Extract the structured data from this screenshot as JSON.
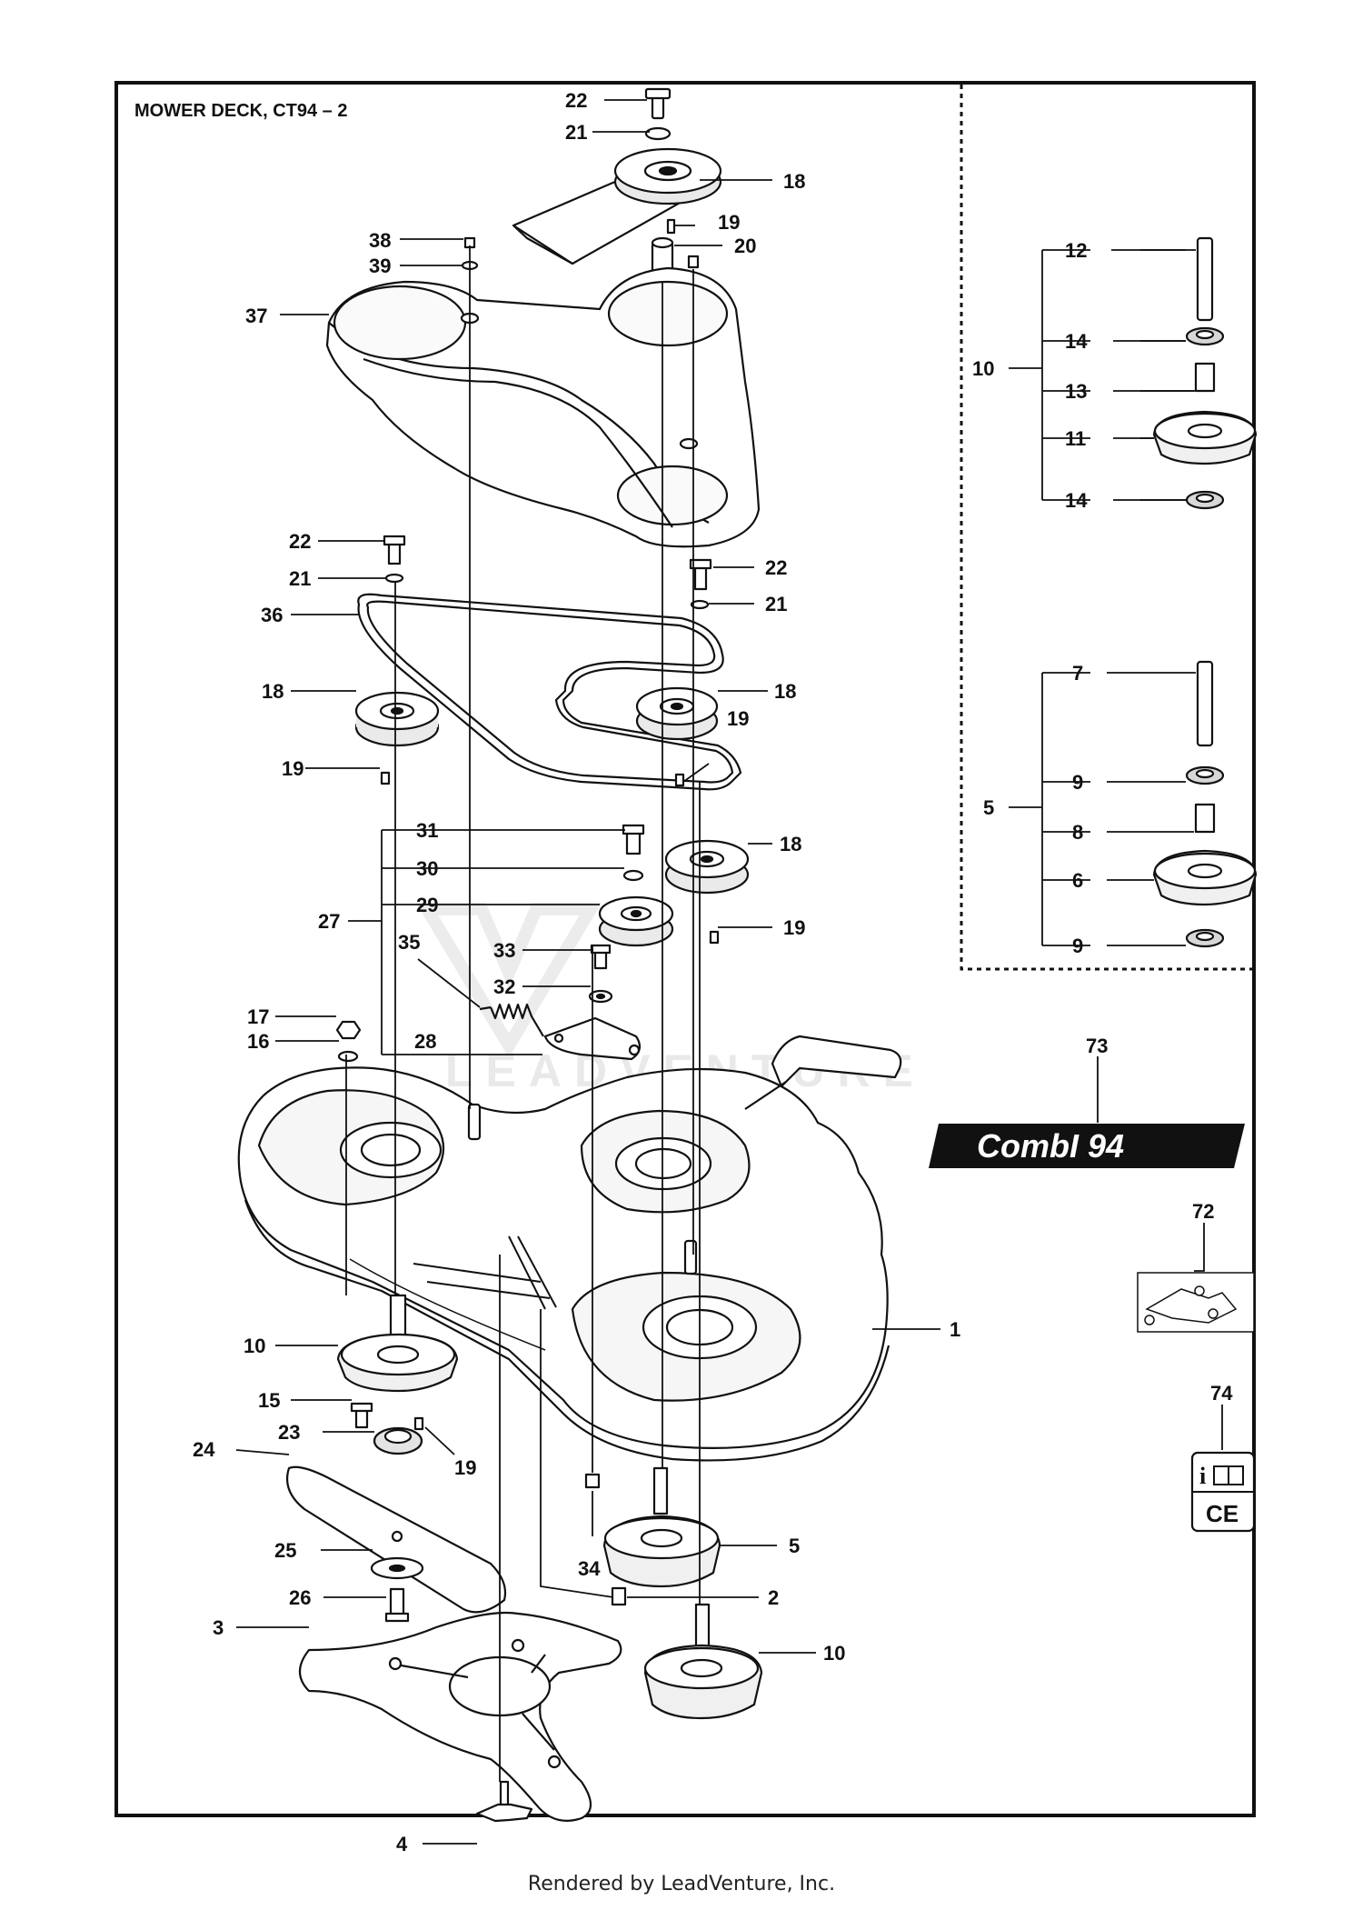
{
  "title": "MOWER DECK, CT94 – 2",
  "watermark": "LEADVENTURE",
  "footer": "Rendered by LeadVenture, Inc.",
  "decal_text": "CombI 94",
  "callouts": [
    {
      "id": "c22a",
      "text": "22"
    },
    {
      "id": "c21a",
      "text": "21"
    },
    {
      "id": "c18a",
      "text": "18"
    },
    {
      "id": "c19a",
      "text": "19"
    },
    {
      "id": "c20",
      "text": "20"
    },
    {
      "id": "c38",
      "text": "38"
    },
    {
      "id": "c39",
      "text": "39"
    },
    {
      "id": "c37",
      "text": "37"
    },
    {
      "id": "c22b",
      "text": "22"
    },
    {
      "id": "c21b",
      "text": "21"
    },
    {
      "id": "c22c",
      "text": "22"
    },
    {
      "id": "c21c",
      "text": "21"
    },
    {
      "id": "c36",
      "text": "36"
    },
    {
      "id": "c18b",
      "text": "18"
    },
    {
      "id": "c18c",
      "text": "18"
    },
    {
      "id": "c19b",
      "text": "19"
    },
    {
      "id": "c19c",
      "text": "19"
    },
    {
      "id": "c31",
      "text": "31"
    },
    {
      "id": "c18d",
      "text": "18"
    },
    {
      "id": "c30",
      "text": "30"
    },
    {
      "id": "c29",
      "text": "29"
    },
    {
      "id": "c27",
      "text": "27"
    },
    {
      "id": "c35",
      "text": "35"
    },
    {
      "id": "c19d",
      "text": "19"
    },
    {
      "id": "c33",
      "text": "33"
    },
    {
      "id": "c32",
      "text": "32"
    },
    {
      "id": "c17",
      "text": "17"
    },
    {
      "id": "c16",
      "text": "16"
    },
    {
      "id": "c28",
      "text": "28"
    },
    {
      "id": "c1",
      "text": "1"
    },
    {
      "id": "c10a",
      "text": "10"
    },
    {
      "id": "c15",
      "text": "15"
    },
    {
      "id": "c23",
      "text": "23"
    },
    {
      "id": "c19e",
      "text": "19"
    },
    {
      "id": "c24",
      "text": "24"
    },
    {
      "id": "c5a",
      "text": "5"
    },
    {
      "id": "c25",
      "text": "25"
    },
    {
      "id": "c34",
      "text": "34"
    },
    {
      "id": "c2",
      "text": "2"
    },
    {
      "id": "c26",
      "text": "26"
    },
    {
      "id": "c3",
      "text": "3"
    },
    {
      "id": "c10b",
      "text": "10"
    },
    {
      "id": "c4",
      "text": "4"
    },
    {
      "id": "k12",
      "text": "12"
    },
    {
      "id": "k14a",
      "text": "14"
    },
    {
      "id": "k10",
      "text": "10"
    },
    {
      "id": "k13",
      "text": "13"
    },
    {
      "id": "k11",
      "text": "11"
    },
    {
      "id": "k14b",
      "text": "14"
    },
    {
      "id": "k7",
      "text": "7"
    },
    {
      "id": "k9a",
      "text": "9"
    },
    {
      "id": "k5",
      "text": "5"
    },
    {
      "id": "k8",
      "text": "8"
    },
    {
      "id": "k6",
      "text": "6"
    },
    {
      "id": "k9b",
      "text": "9"
    },
    {
      "id": "c73",
      "text": "73"
    },
    {
      "id": "c72",
      "text": "72"
    },
    {
      "id": "c74",
      "text": "74"
    }
  ]
}
